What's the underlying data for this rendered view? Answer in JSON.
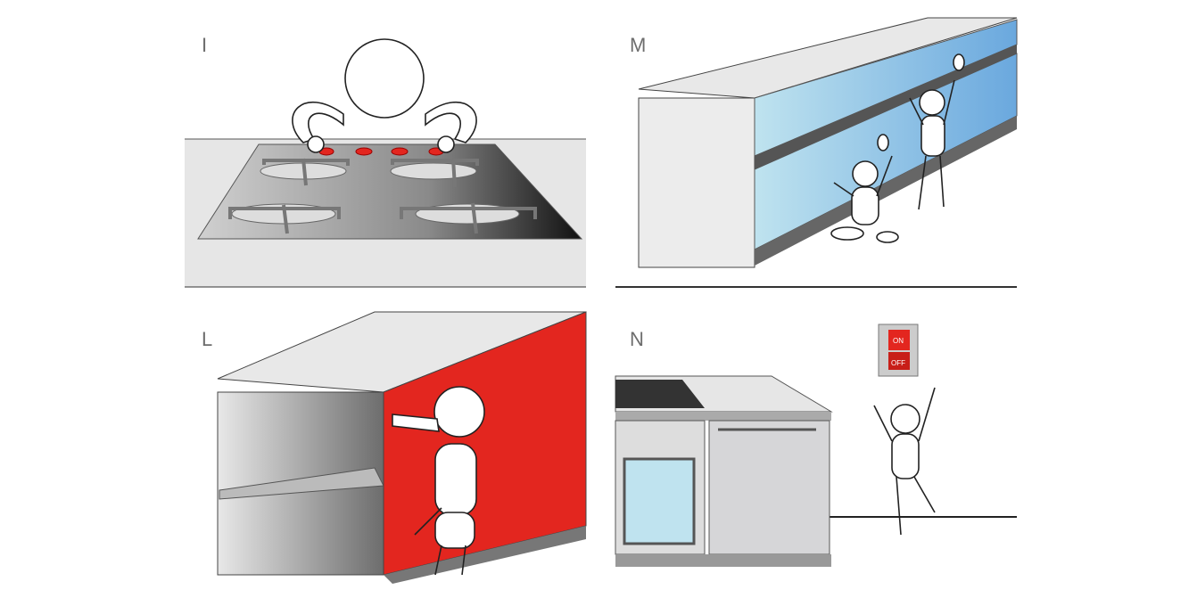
{
  "panels": [
    {
      "letter": "I"
    },
    {
      "letter": "M"
    },
    {
      "letter": "L"
    },
    {
      "letter": "N"
    }
  ],
  "switch": {
    "on_label": "ON",
    "off_label": "OFF"
  },
  "colors": {
    "accent_red": "#e3261f",
    "glass_blue": "#7fb6e0",
    "counter_gray": "#e6e6e6"
  }
}
